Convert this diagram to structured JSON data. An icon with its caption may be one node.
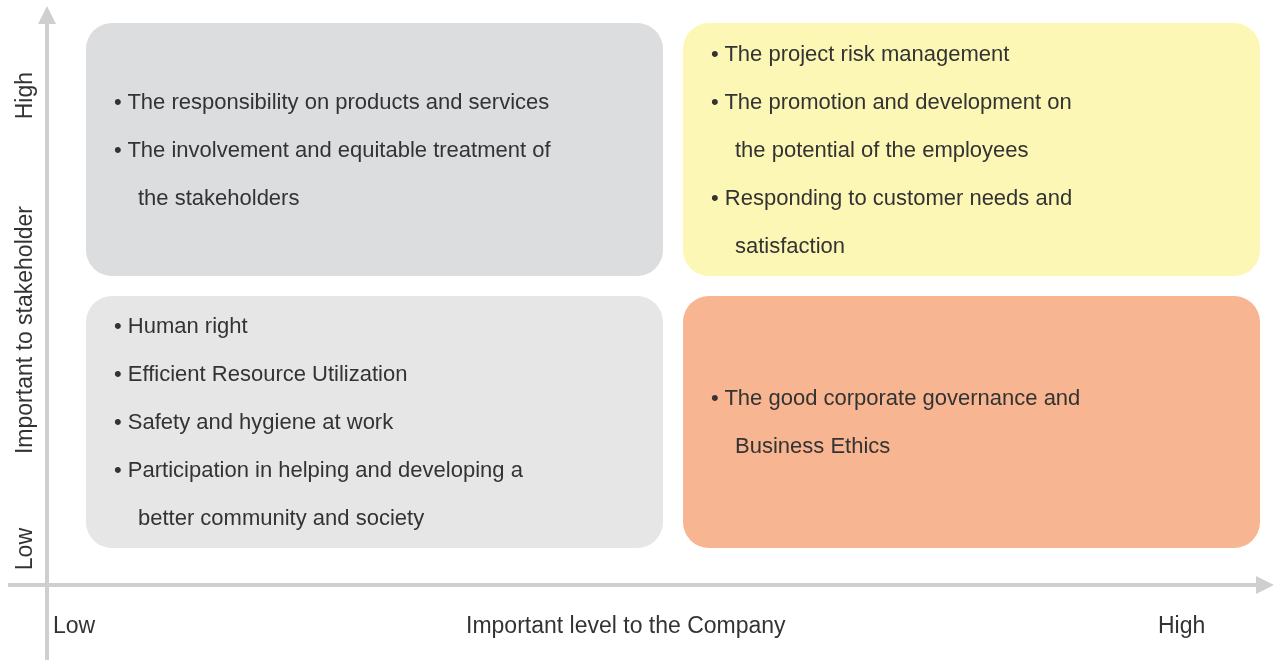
{
  "diagram": {
    "nodes": [
      {
        "text": [
          "• The responsibility on products and services",
          "• The involvement and equitable treatment of the stakeholders"
        ]
      },
      {
        "text": [
          "• The project risk management",
          "• The promotion and development on the potential of the employees",
          "• Responding to customer needs and satisfaction"
        ]
      },
      {
        "text": [
          "• Human right",
          "• Efficient Resource Utilization",
          "• Safety and hygiene at work",
          "• Participation in helping and developing a better community and society"
        ]
      },
      {
        "text": [
          "• The good corporate governance and Business Ethics"
        ]
      }
    ],
    "edges": [],
    "labels": [
      "High",
      "Important to stakeholder",
      "Low",
      "Low",
      "Important level to the Company",
      "High"
    ]
  }
}
